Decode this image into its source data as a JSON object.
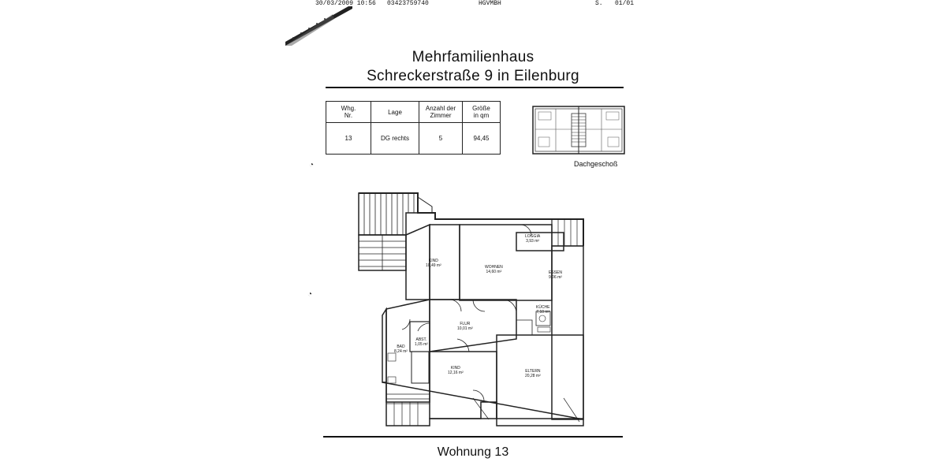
{
  "fax_header": {
    "date_time": "30/03/2009 10:56",
    "number": "03423759740",
    "sender": "HGVMBH",
    "page_label": "S.",
    "page_count": "01/01"
  },
  "title": {
    "line1": "Mehrfamilienhaus",
    "line2": "Schreckerstraße 9 in Eilenburg"
  },
  "apartment_table": {
    "headers": [
      "Whg.\nNr.",
      "Lage",
      "Anzahl der\nZimmer",
      "Größe\nin qm"
    ],
    "row": [
      "13",
      "DG rechts",
      "5",
      "94,45"
    ]
  },
  "thumbnail": {
    "caption": "Dachgeschoß"
  },
  "rooms": [
    {
      "name": "KIND",
      "area": "10,49 m²"
    },
    {
      "name": "WOHNEN",
      "area": "14,60 m²"
    },
    {
      "name": "LOGGIA",
      "area": "3,93 m²"
    },
    {
      "name": "ESSEN",
      "area": "9,06 m²"
    },
    {
      "name": "KÜCHE",
      "area": "7,10 m²"
    },
    {
      "name": "FLUR",
      "area": "10,01 m²"
    },
    {
      "name": "ABST.",
      "area": "1,05 m²"
    },
    {
      "name": "BAD",
      "area": "8,24 m²"
    },
    {
      "name": "KIND",
      "area": "12,16 m²"
    },
    {
      "name": "ELTERN",
      "area": "20,28 m²"
    }
  ],
  "footer": {
    "title": "Wohnung 13"
  }
}
